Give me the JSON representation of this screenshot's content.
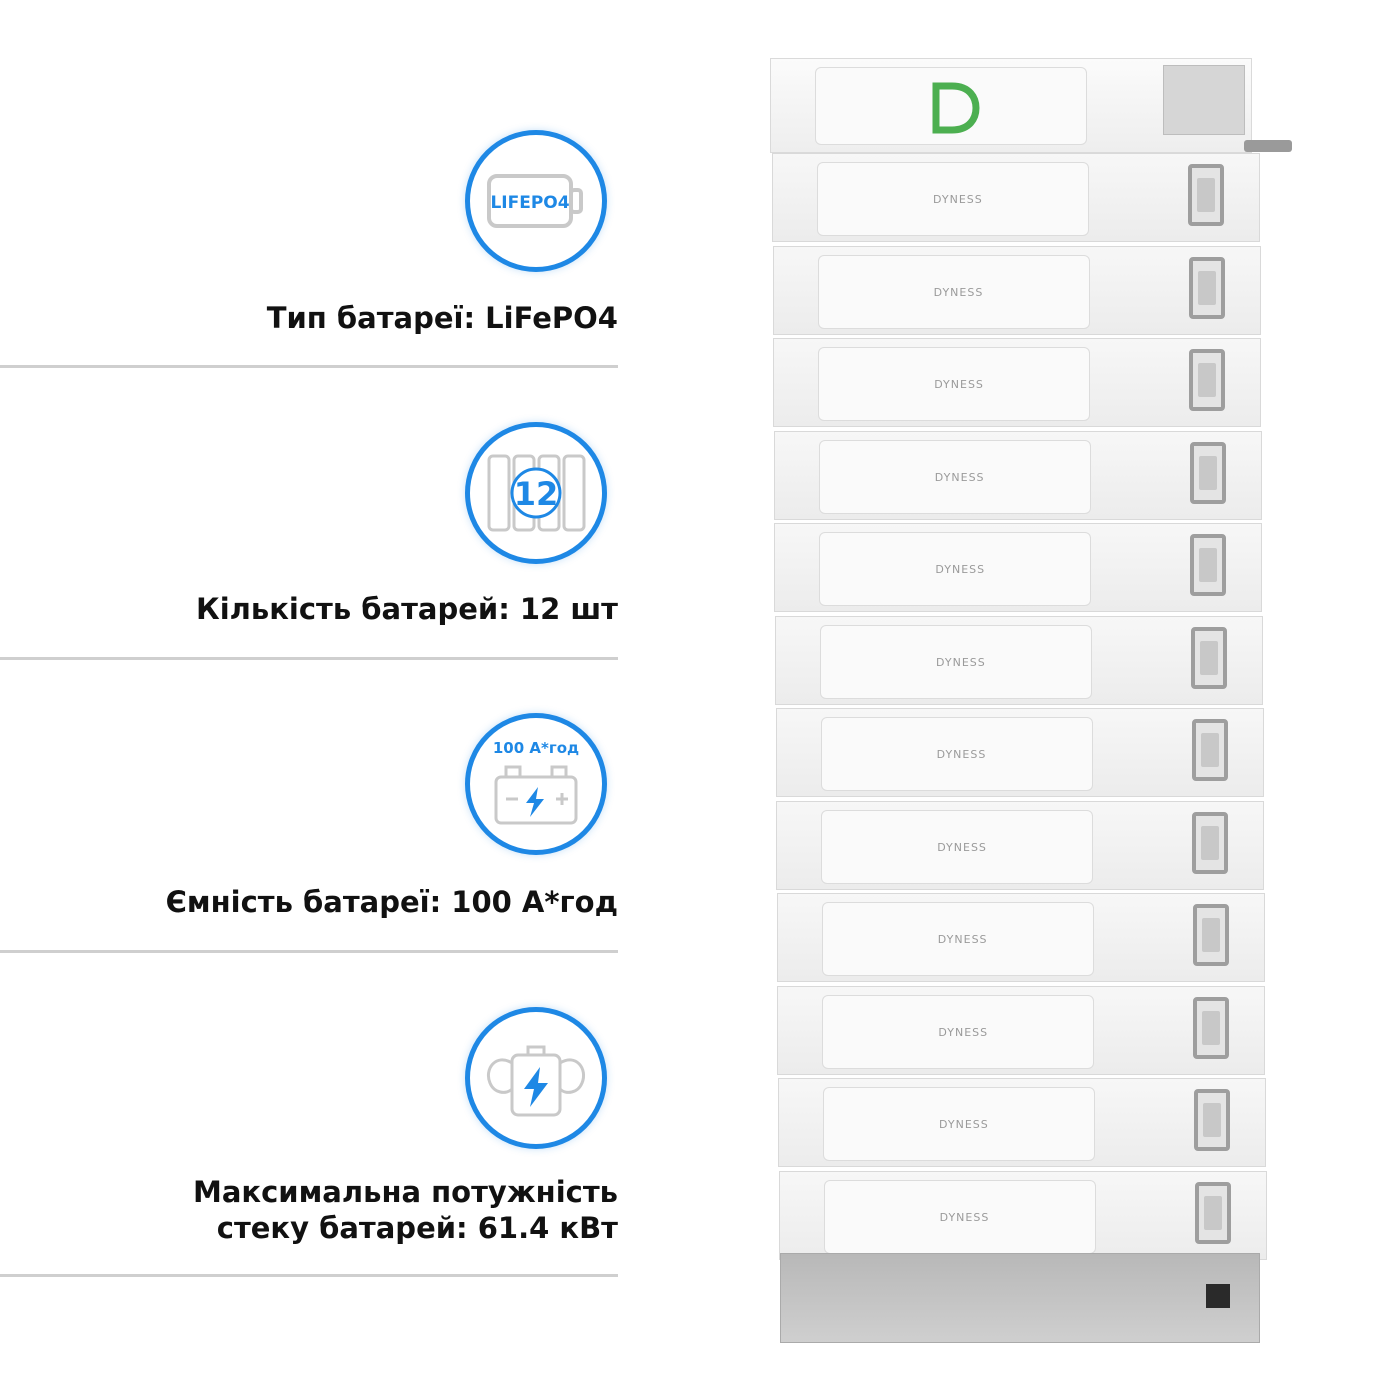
{
  "specs": [
    {
      "icon": "lifepo4-battery-icon",
      "icon_text": "LIFEPO4",
      "label": "Тип батареї: LiFePO4"
    },
    {
      "icon": "battery-cells-icon",
      "icon_text": "12",
      "label": "Кількість батарей: 12 шт"
    },
    {
      "icon": "car-battery-icon",
      "icon_text": "100 А*год",
      "label": "Ємність батареї: 100 А*год"
    },
    {
      "icon": "power-battery-icon",
      "label_line1": "Максимальна потужність",
      "label_line2": "стеку батарей: 61.4 кВт"
    }
  ],
  "product": {
    "logo": "D",
    "module_brand": "DYNESS",
    "module_count": 12
  },
  "colors": {
    "accent_blue": "#1e88e5",
    "logo_green": "#4caf50"
  }
}
